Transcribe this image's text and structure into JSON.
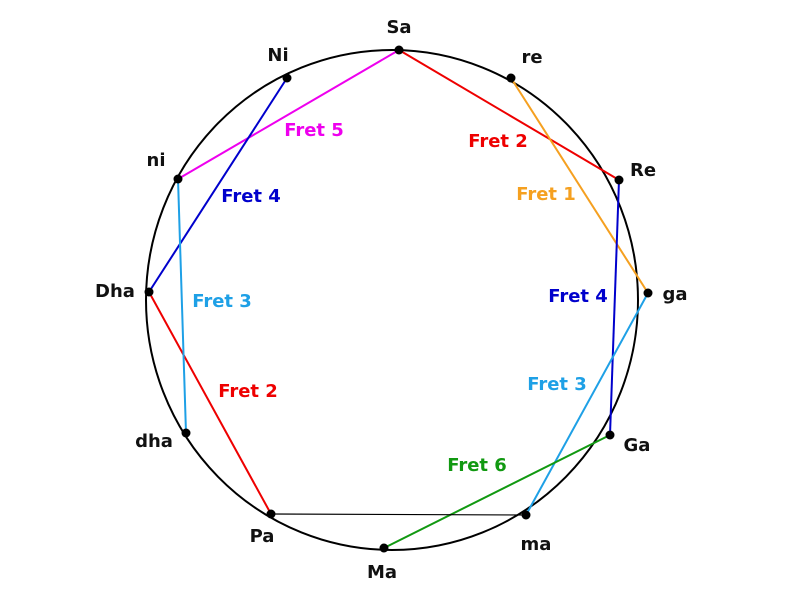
{
  "notes": [
    {
      "id": "sa",
      "label": "Sa"
    },
    {
      "id": "re",
      "label": "re"
    },
    {
      "id": "Re",
      "label": "Re"
    },
    {
      "id": "ga",
      "label": "ga"
    },
    {
      "id": "Ga",
      "label": "Ga"
    },
    {
      "id": "ma",
      "label": "ma"
    },
    {
      "id": "Ma",
      "label": "Ma"
    },
    {
      "id": "Pa",
      "label": "Pa"
    },
    {
      "id": "dha",
      "label": "dha"
    },
    {
      "id": "Dha",
      "label": "Dha"
    },
    {
      "id": "ni",
      "label": "ni"
    },
    {
      "id": "Ni",
      "label": "Ni"
    }
  ],
  "connections": [
    {
      "from": "sa",
      "to": "Re",
      "label": "Fret 2",
      "color": "#ee0000"
    },
    {
      "from": "sa",
      "to": "ni",
      "label": "Fret 5",
      "color": "#ee00ee"
    },
    {
      "from": "re",
      "to": "ga",
      "label": "Fret 1",
      "color": "#f5a020"
    },
    {
      "from": "Re",
      "to": "Ga",
      "label": "Fret 4",
      "color": "#0000cc"
    },
    {
      "from": "ga",
      "to": "ma",
      "label": "Fret 3",
      "color": "#1ea0e6"
    },
    {
      "from": "Ga",
      "to": "Ma",
      "label": "Fret 6",
      "color": "#119911"
    },
    {
      "from": "ma",
      "to": "Pa",
      "label": "",
      "color": "#000000"
    },
    {
      "from": "Pa",
      "to": "Dha",
      "label": "Fret 2",
      "color": "#ee0000"
    },
    {
      "from": "Dha",
      "to": "Ni",
      "label": "Fret 4",
      "color": "#0000cc"
    },
    {
      "from": "ni",
      "to": "dha",
      "label": "Fret 3",
      "color": "#1ea0e6"
    }
  ]
}
